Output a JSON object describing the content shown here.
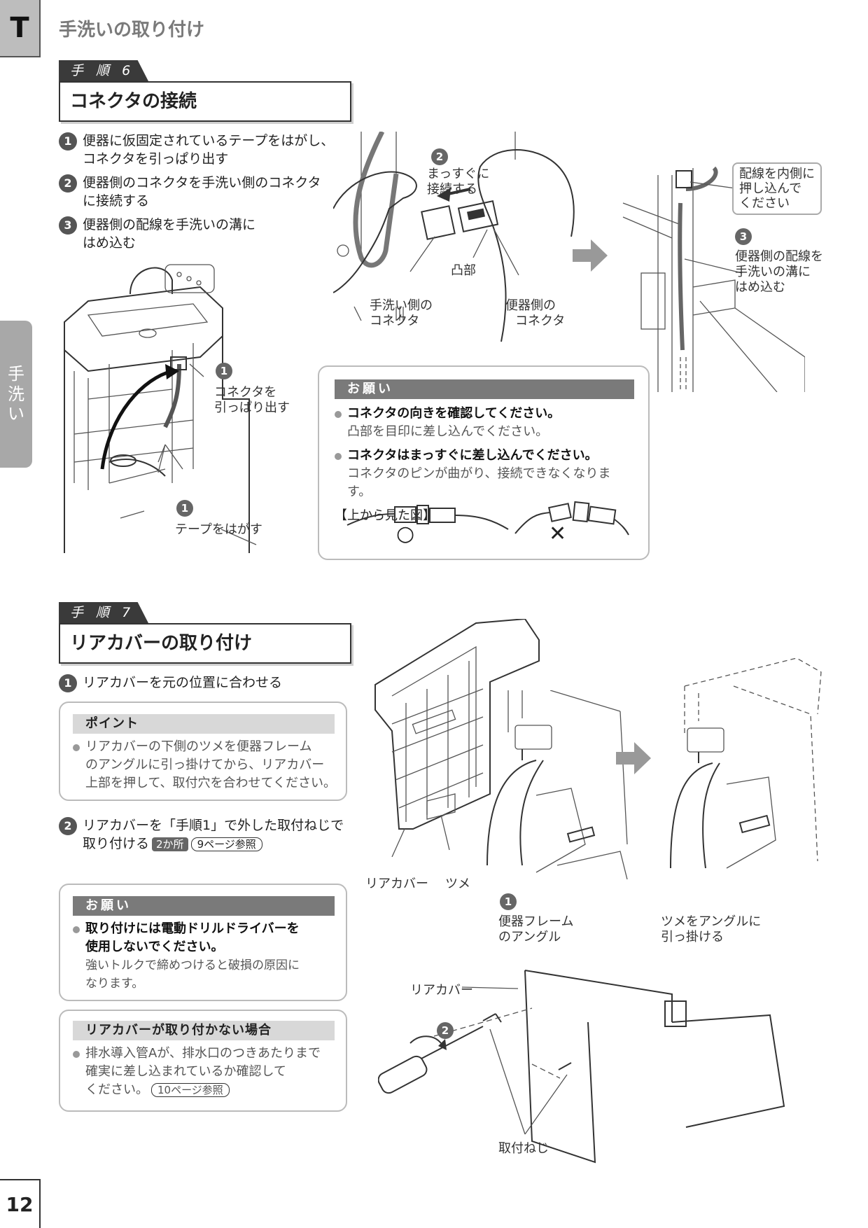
{
  "header": {
    "section_letter": "T",
    "title": "手洗いの取り付け"
  },
  "side_tab": {
    "chars": [
      "手",
      "洗",
      "い"
    ]
  },
  "page_number": "12",
  "step6": {
    "banner": "手 順 6",
    "title": "コネクタの接続",
    "instructions": [
      {
        "num": "1",
        "lines": [
          "便器に仮固定されているテープをはがし、",
          "コネクタを引っぱり出す"
        ]
      },
      {
        "num": "2",
        "lines": [
          "便器側のコネクタを手洗い側のコネクタ",
          "に接続する"
        ]
      },
      {
        "num": "3",
        "lines": [
          "便器側の配線を手洗いの溝に",
          "はめ込む"
        ]
      }
    ],
    "fig_left_labels": {
      "pull_num": "1",
      "pull": [
        "コネクタを",
        "引っぱり出す"
      ],
      "tape_num": "1",
      "tape": "テープをはがす"
    },
    "fig_mid_labels": {
      "num": "2",
      "straight": [
        "まっすぐに",
        "接続する"
      ],
      "convex": "凸部",
      "washbasin_conn": [
        "手洗い側の",
        "コネクタ"
      ],
      "toilet_conn": [
        "便器側の",
        "コネクタ"
      ]
    },
    "fig_right_labels": {
      "callout": [
        "配線を内側に",
        "押し込んで",
        "ください"
      ],
      "num": "3",
      "groove": [
        "便器側の配線を",
        "手洗いの溝に",
        "はめ込む"
      ]
    },
    "request": {
      "heading": "お願い",
      "bullets": [
        {
          "main": "コネクタの向きを確認してください。",
          "sub": "凸部を目印に差し込んでください。"
        },
        {
          "main": "コネクタはまっすぐに差し込んでください。",
          "sub": "コネクタのピンが曲がり、接続できなくなります。"
        }
      ],
      "view_label": "【上から見た図】",
      "ok_mark": "○",
      "ng_mark": "✕"
    }
  },
  "step7": {
    "banner": "手 順 7",
    "title": "リアカバーの取り付け",
    "instruction1": {
      "num": "1",
      "text": "リアカバーを元の位置に合わせる"
    },
    "point": {
      "heading": "ポイント",
      "lines": [
        "リアカバーの下側のツメを便器フレーム",
        "のアングルに引っ掛けてから、リアカバー",
        "上部を押して、取付穴を合わせてください。"
      ]
    },
    "instruction2": {
      "num": "2",
      "line1": "リアカバーを「手順1」で外した取付ねじで",
      "line2": "取り付ける",
      "tag_count": "2か所",
      "tag_ref": "9ページ参照"
    },
    "request": {
      "heading": "お願い",
      "main": [
        "取り付けには電動ドリルドライバーを",
        "使用しないでください。"
      ],
      "sub": [
        "強いトルクで締めつけると破損の原因に",
        "なります。"
      ]
    },
    "trouble": {
      "heading": "リアカバーが取り付かない場合",
      "lines": [
        "排水導入管Aが、排水口のつきあたりまで",
        "確実に差し込まれているか確認して",
        "ください。"
      ],
      "tag_ref": "10ページ参照"
    },
    "fig_labels": {
      "rear_cover": "リアカバー",
      "claw": "ツメ",
      "num1": "1",
      "frame_angle": [
        "便器フレーム",
        "のアングル"
      ],
      "hook": [
        "ツメをアングルに",
        "引っ掛ける"
      ],
      "rear_cover2": "リアカバー",
      "num2": "2",
      "screw": "取付ねじ"
    }
  }
}
